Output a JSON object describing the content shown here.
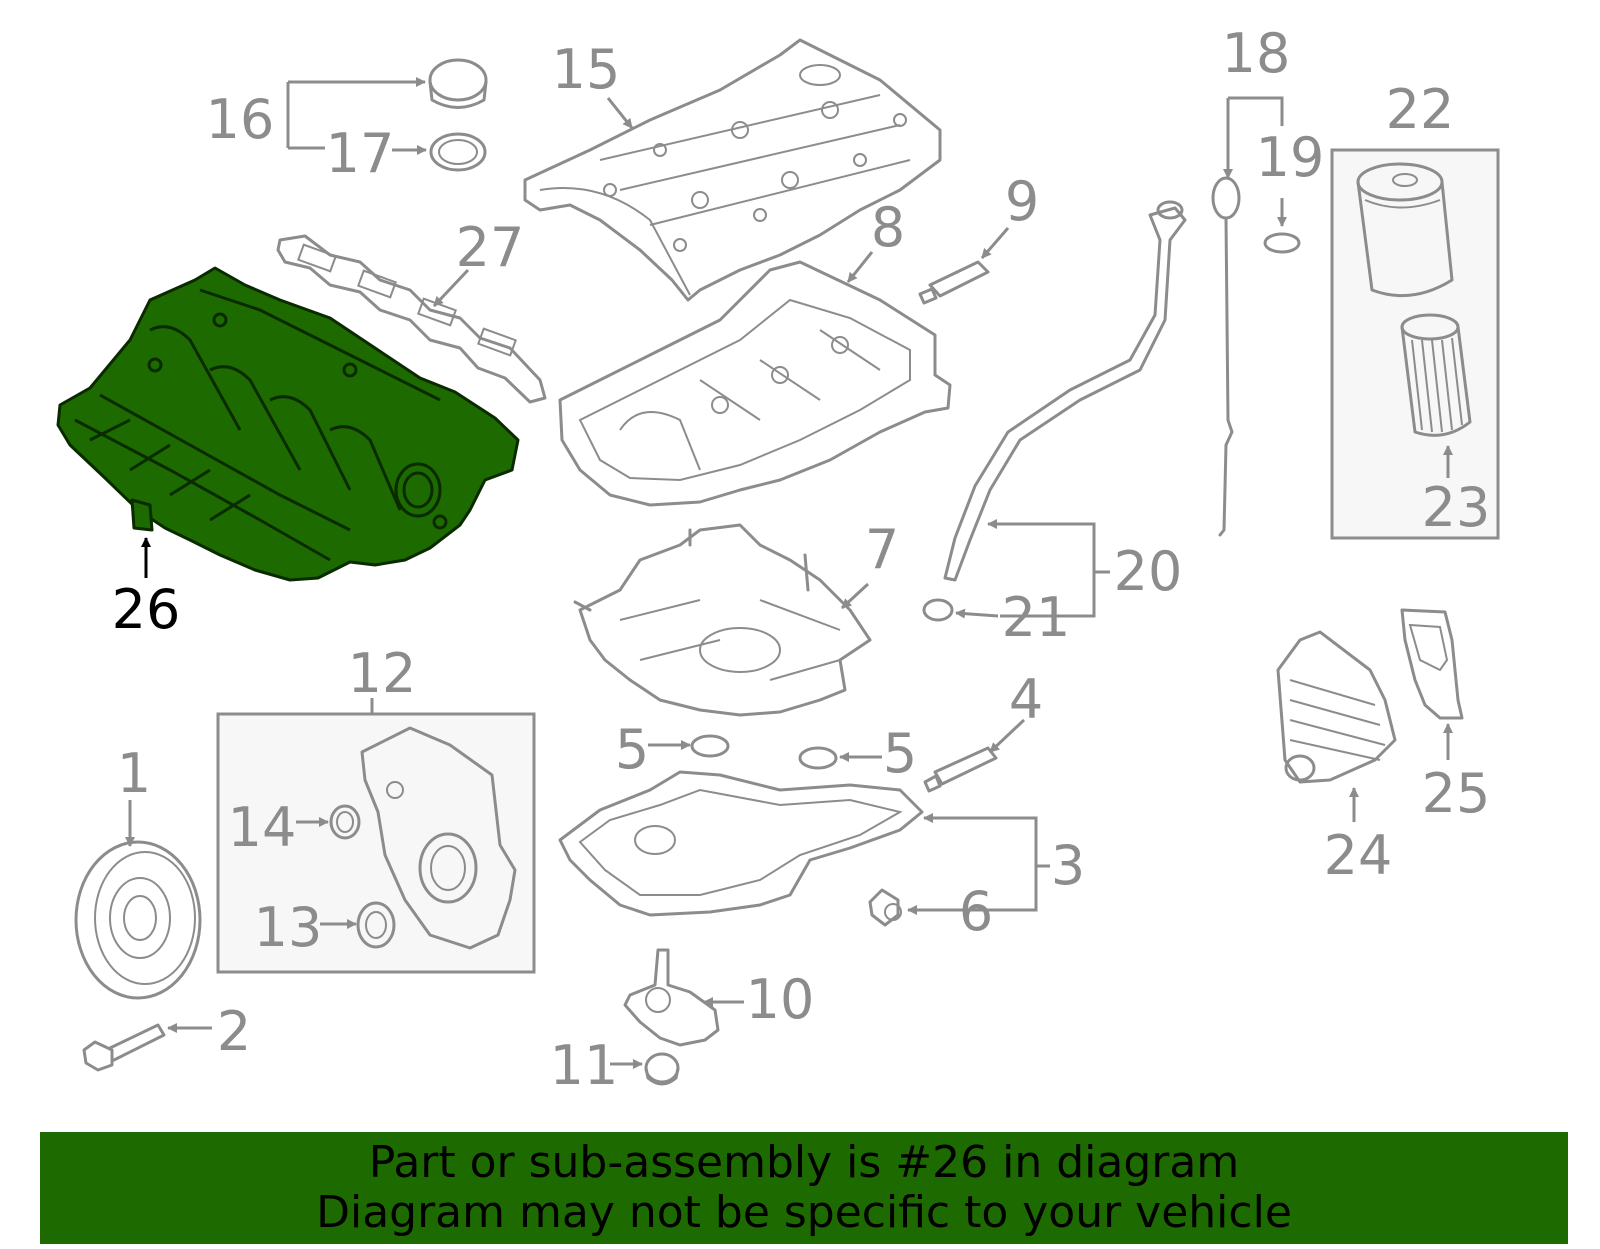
{
  "diagram": {
    "callouts": [
      "1",
      "2",
      "3",
      "4",
      "5",
      "5",
      "6",
      "7",
      "8",
      "9",
      "10",
      "11",
      "12",
      "13",
      "14",
      "15",
      "16",
      "17",
      "18",
      "19",
      "20",
      "21",
      "22",
      "23",
      "24",
      "25",
      "26",
      "27"
    ],
    "highlighted_callout": "26",
    "highlight_color": "#1d6b00",
    "part_color": "#8c8c8c"
  },
  "banner": {
    "line1": "Part or sub-assembly is #26 in diagram",
    "line2": "Diagram may not be specific to your vehicle",
    "background": "#1d6b00"
  }
}
